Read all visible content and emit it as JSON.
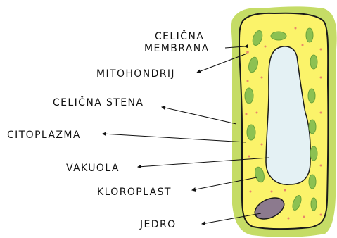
{
  "labels": {
    "celicna_membrana_line1": "CELIČNA",
    "celicna_membrana_line2": "MEMBRANA",
    "mitohondrij": "MITOHONDRIJ",
    "celicna_stena": "CELIČNA STENA",
    "citoplazma": "CITOPLAZMA",
    "vakuola": "VAKUOLA",
    "kloroplast": "KLOROPLAST",
    "jedro": "JEDRO"
  },
  "colors": {
    "cell_wall": "#c5dc66",
    "cytoplasm": "#fbf36a",
    "membrane": "#1a1a1a",
    "vacuole": "#e4f1f4",
    "chloroplast": "#8cc152",
    "chloroplast_edge": "#6aa23a",
    "mitochondria_dots": "#e8876a",
    "nucleus": "#8c7a8e",
    "label_text": "#111111"
  }
}
